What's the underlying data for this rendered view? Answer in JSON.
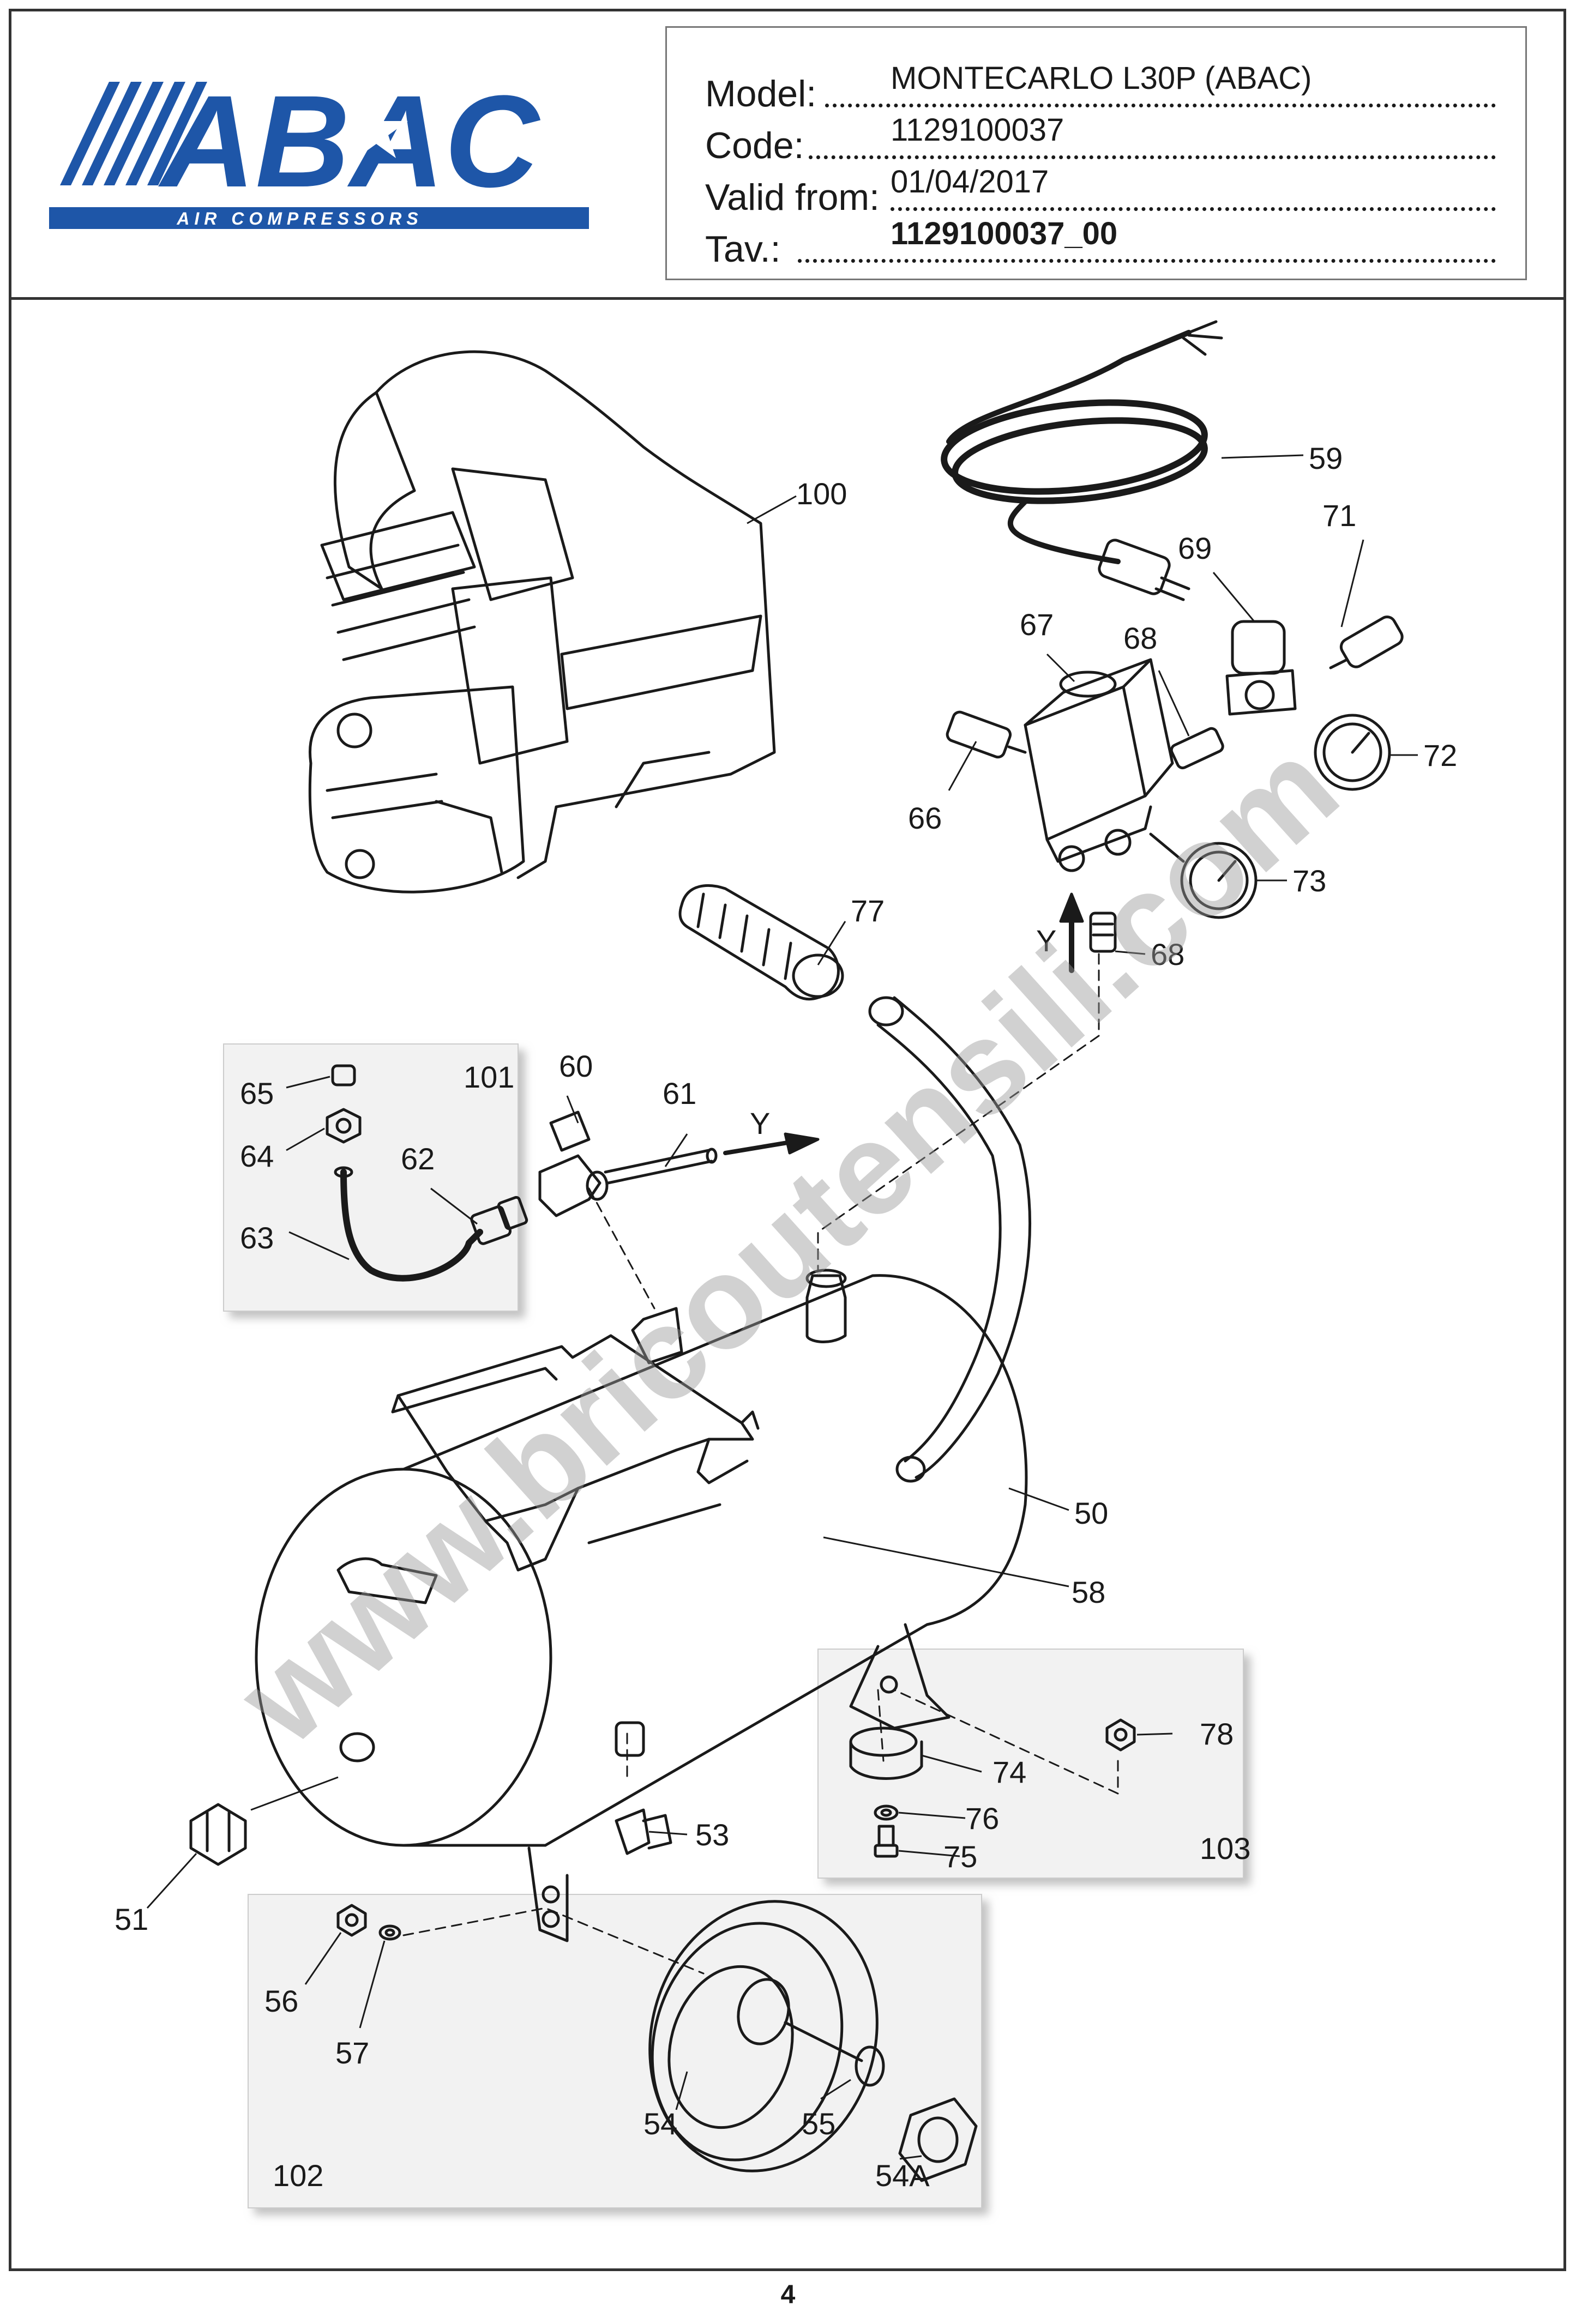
{
  "header": {
    "brand": "ABAC",
    "brand_tagline": "AIR COMPRESSORS",
    "model_label": "Model:",
    "model_value": "MONTECARLO L30P (ABAC)",
    "code_label": "Code:",
    "code_value": "1129100037",
    "valid_label": "Valid from:",
    "valid_value": "01/04/2017",
    "tav_label": "Tav.:",
    "tav_value": "1129100037_00"
  },
  "callouts": [
    "100",
    "59",
    "71",
    "69",
    "67",
    "68",
    "72",
    "66",
    "73",
    "68",
    "77",
    "60",
    "61",
    "101",
    "65",
    "64",
    "62",
    "63",
    "50",
    "58",
    "78",
    "74",
    "76",
    "75",
    "103",
    "53",
    "51",
    "56",
    "57",
    "54",
    "55",
    "54A",
    "102"
  ],
  "flow_labels": [
    "Y",
    "Y"
  ],
  "watermark": "www.bricoutensili.com",
  "colors": {
    "brand_blue": "#1e56a8",
    "line": "#1a1a1a",
    "inset_bg": "#f2f2f2"
  },
  "page_number": "4"
}
